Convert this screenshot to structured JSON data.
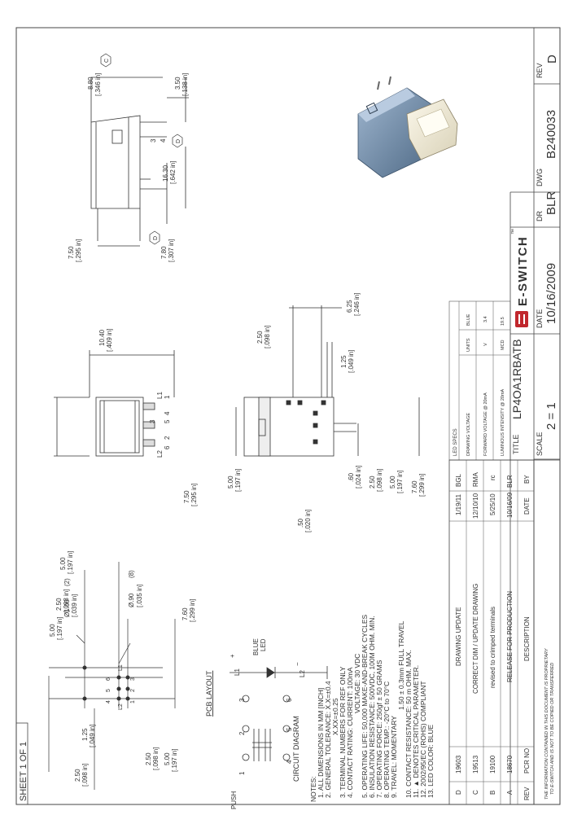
{
  "title_block": {
    "sheet": "SHEET 1 OF 1",
    "rev_label": "REV",
    "rev_value": "D",
    "dwg_label": "DWG",
    "dwg_value": "B240033",
    "dr_label": "DR",
    "dr_value": "BLR",
    "date_label": "DATE",
    "date_value": "10/16/2009",
    "title_label": "TITLE",
    "title_value": "LP4OA1RBATB",
    "scale_label": "SCALE",
    "scale_value": "2 = 1",
    "logo_text": "E-SWITCH",
    "logo_tm": "™"
  },
  "led_specs": {
    "header": "LED SPECS",
    "rows": [
      {
        "label": "DRAWING VOLTAGE",
        "unit": "UNITS",
        "value": "BLUE"
      },
      {
        "label": "FORWARD VOLTAGE @ 20mA",
        "unit": "V",
        "value": "3.4"
      },
      {
        "label": "LUMINOUS INTENSITY @ 20mA",
        "unit": "MCD",
        "value": "19.5"
      }
    ]
  },
  "revisions": {
    "headers": {
      "rev": "REV",
      "pcr": "PCR NO",
      "desc": "DESCRIPTION",
      "date": "DATE",
      "by": "BY"
    },
    "rows": [
      {
        "rev": "D",
        "pcr": "19603",
        "desc": "DRAWING UPDATE",
        "date": "1/19/11",
        "by": "BGL"
      },
      {
        "rev": "C",
        "pcr": "19513",
        "desc": "CORRECT DIM / UPDATE DRAWING",
        "date": "12/10/10",
        "by": "RMA"
      },
      {
        "rev": "B",
        "pcr": "19100",
        "desc": "revised to crimped terminals",
        "date": "5/25/10",
        "by": "rc"
      },
      {
        "rev": "A",
        "pcr": "18670",
        "desc": "RELEASE FOR PRODUCTION",
        "date": "10/16/09",
        "by": "BLR"
      }
    ]
  },
  "proprietary": [
    "THE INFORMATION CONTAINED IN THIS DOCUMENT IS PROPRIETARY",
    "TO E-SWITCH AND IS NOT TO BE COPIED OR TRANSFERRED"
  ],
  "notes": [
    "NOTES:",
    "1. ALL DIMENSIONS IN MM [INCH]",
    "2. GENERAL TOLERANCE: X.X=±0.4",
    "X.XX=±0.25",
    "3. TERMINAL NUMBERS FOR REF ONLY",
    "4. CONTACT RATING: CURRENT: 100mA",
    "VOLTAGE: 30 VDC",
    "5. OPERATING LIFE: 50,000 MAKE-AND-BREAK CYCLES",
    "6. INSULATION RESISTANCE: 500VDC, 100M OHM. MIN.",
    "7. OPERATING FORCE: 250gf ± 50 GRAMS",
    "8. OPERATING TEMP.: -20°C to 70°C",
    "9. TRAVEL: MOMENTARY",
    "1.50 ± 0.3mm FULL TRAVEL",
    "10. CONTACT RESISTANCE: 50 m OHM. MAX.",
    "11. ▲ DENOTES CRITICAL PARAMETER.",
    "12. 2002/95/EC (ROHS) COMPLIANT",
    "13. LED COLOR: BLUE"
  ],
  "pcb": {
    "title": "PCB LAYOUT",
    "d1": "Ø1.00",
    "d1i": "[.039 in]",
    "d1n": "(2)",
    "d2": "Ø.90",
    "d2i": "[.035 in]",
    "d2n": "(8)",
    "w1": "5.00",
    "w1i": "[.197 in]",
    "w2": "2.50",
    "w2i": "[.098 in]",
    "w3": "5.00",
    "w3i": "[.197 in]",
    "h1": "7.60",
    "h1i": "[.299 in]",
    "h2": "2.50",
    "h2i": "[.098 in]",
    "h3": "5.00",
    "h3i": "[.197 in]",
    "s1": "1.25",
    "s1i": "[.049 in]",
    "s2": "2.50",
    "s2i": "[.098 in]",
    "pins": [
      "L2",
      "6",
      "5",
      "4",
      "L1",
      "3",
      "2",
      "1"
    ]
  },
  "circuit": {
    "title": "CIRCUIT DIAGRAM",
    "push": "PUSH",
    "led": "LED",
    "blue": "BLUE",
    "l1": "L1",
    "l2": "L2",
    "plus": "+",
    "minus": "−",
    "pins": [
      "1",
      "2",
      "3",
      "4",
      "5",
      "6"
    ]
  },
  "views": {
    "top_w": "10.40",
    "top_wi": "[.409 in]",
    "top_h": "7.50",
    "top_hi": "[.295 in]",
    "top_pins": [
      "L1",
      "1",
      "4",
      "5",
      "3",
      "2",
      "6",
      "L2"
    ],
    "side_d1": "8.80",
    "side_d1i": "[.346 in]",
    "side_d2": "3.50",
    "side_d2i": "[.138 in]",
    "side_d3": "16.30",
    "side_d3i": "[.642 in]",
    "side_d4": "7.50",
    "side_d4i": "[.295 in]",
    "side_d5": "7.80",
    "side_d5i": "[.307 in]",
    "side_pins": [
      "3",
      "4"
    ],
    "callout_c": "C",
    "callout_d": "D",
    "bot_a": "2.50",
    "bot_ai": "[.098 in]",
    "bot_b": "6.25",
    "bot_bi": "[.246 in]",
    "bot_c": "1.25",
    "bot_ci": "[.049 in]",
    "bot_d": "5.00",
    "bot_di": "[.197 in]",
    "bot_e": "7.60",
    "bot_ei": "[.299 in]",
    "bot_f": "2.50",
    "bot_fi": "[.098 in]",
    "bot_g": ".60",
    "bot_gi": "[.024 in]",
    "bot_h": ".50",
    "bot_hi": "[.020 in]",
    "bot_i": "5.00",
    "bot_ii": "[.197 in]",
    "bot_j": "7.50",
    "bot_ji": "[.295 in]"
  }
}
